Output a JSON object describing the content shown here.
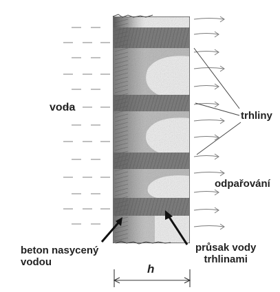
{
  "labels": {
    "water": "voda",
    "cracks": "trhliny",
    "evaporation": "odpařování",
    "saturated_concrete_line1": "beton nasycený",
    "saturated_concrete_line2": "vodou",
    "seepage_line1": "průsak vody",
    "seepage_line2": "trhlinami",
    "thickness": "h"
  },
  "colors": {
    "ink": "#222222",
    "pencil": "#7a7a7a",
    "shade_dark": "#6e6e6e",
    "shade_light": "#b8b8b8",
    "background": "#ffffff"
  }
}
